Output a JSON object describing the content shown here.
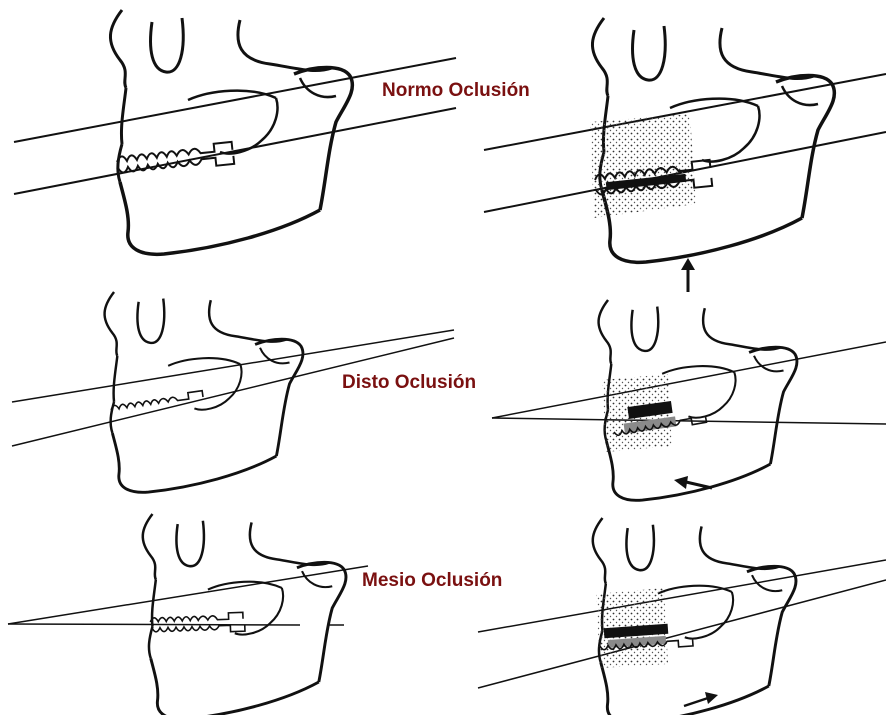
{
  "labels": {
    "normo": "Normo Oclusión",
    "disto": "Disto Oclusión",
    "mesio": "Mesio Oclusión"
  },
  "colors": {
    "label": "#7a1010",
    "ink": "#111111",
    "shade": "#8a8a8a"
  },
  "icons": {
    "arrow_up": "arrow-up-icon",
    "arrow_left": "arrow-left-icon",
    "arrow_right": "arrow-right-icon"
  }
}
